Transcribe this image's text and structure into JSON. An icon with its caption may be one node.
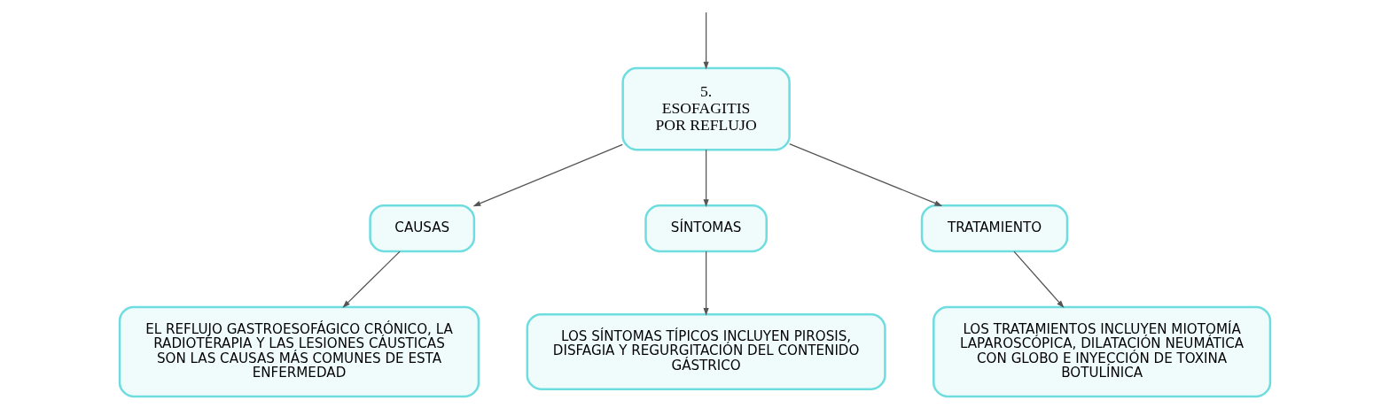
{
  "diagram": {
    "nodes": [
      {
        "text": [
          "5. ESOFAGITIS POR REFLUJO"
        ]
      },
      {
        "text": [
          "CAUSAS"
        ]
      },
      {
        "text": [
          "SÍNTOMAS"
        ]
      },
      {
        "text": [
          "TRATAMIENTO"
        ]
      },
      {
        "text": [
          "EL REFLUJO GASTROESOFÁGICO CRÓNICO, LA RADIOTERAPIA Y LAS LESIONES CÁUSTICAS SON LAS CAUSAS MÁS COMUNES DE ESTA ENFERMEDAD"
        ]
      },
      {
        "text": [
          "LOS SÍNTOMAS TÍPICOS INCLUYEN PIROSIS, DISFAGIA Y REGURGITACIÓN DEL CONTENIDO GÁSTRICO"
        ]
      },
      {
        "text": [
          "LOS TRATAMIENTOS INCLUYEN MIOTOMÍA LAPAROSCÓPICA, DILATACIÓN NEUMÁTICA CON GLOBO E INYECCIÓN DE TOXINA BOTULÍNICA"
        ]
      }
    ],
    "edges": [
      {
        "from": null,
        "to": 0,
        "arrow": "to"
      },
      {
        "from": 0,
        "to": 1,
        "arrow": "to"
      },
      {
        "from": 0,
        "to": 2,
        "arrow": "to"
      },
      {
        "from": 0,
        "to": 3,
        "arrow": "to"
      },
      {
        "from": 1,
        "to": 4,
        "arrow": "to"
      },
      {
        "from": 2,
        "to": 5,
        "arrow": "to"
      },
      {
        "from": 3,
        "to": 6,
        "arrow": "to"
      }
    ]
  }
}
